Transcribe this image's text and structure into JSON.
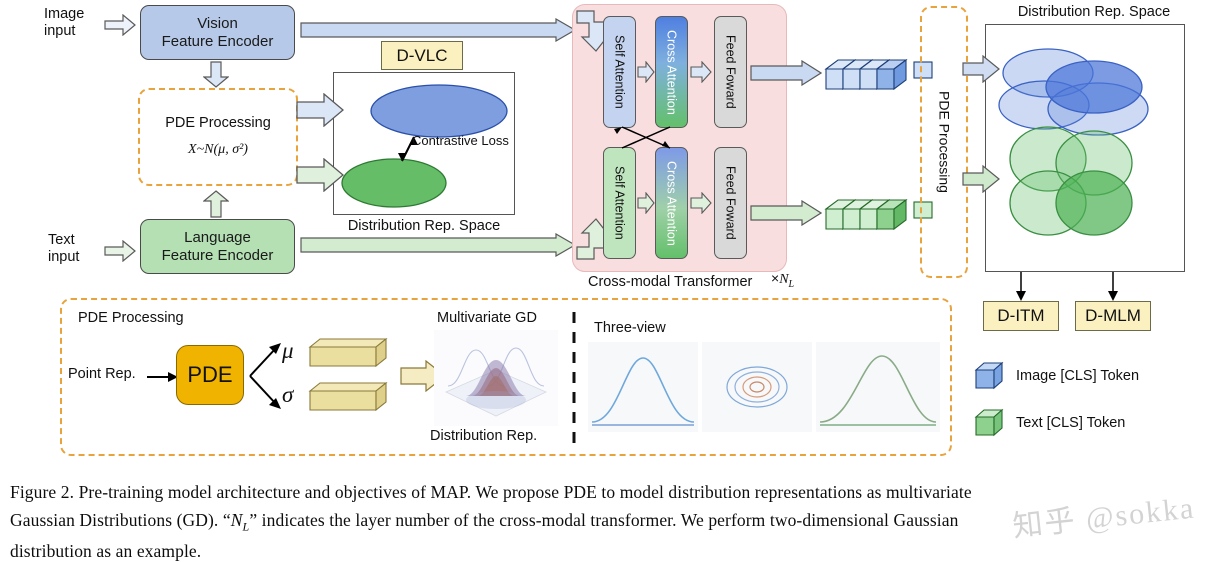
{
  "figure": {
    "caption": "Figure 2. Pre-training model architecture and objectives of MAP. We propose PDE to model distribution representations as multivariate Gaussian Distributions (GD). “N_L” indicates the layer number of the cross-modal transformer. We perform two-dimensional Gaussian distribution as an example.",
    "caption_line1": "Figure 2. Pre-training model architecture and objectives of MAP. We propose PDE to model distribution representations as multivariate",
    "caption_line2_a": "Gaussian Distributions (GD). “",
    "caption_line2_math": "N",
    "caption_line2_sub": "L",
    "caption_line2_b": "” indicates the layer number of the cross-modal transformer. We perform two-dimensional Gaussian",
    "caption_line3": "distribution as an example.",
    "watermark": "知乎 @sokka"
  },
  "inputs": {
    "image_input_line1": "Image",
    "image_input_line2": "input",
    "text_input_line1": "Text",
    "text_input_line2": "input"
  },
  "encoders": {
    "vision_line1": "Vision",
    "vision_line2": "Feature Encoder",
    "language_line1": "Language",
    "language_line2": "Feature Encoder"
  },
  "pde_left": {
    "title": "PDE Processing",
    "formula_x": "X",
    "formula_rest": "~N(μ, σ²)"
  },
  "dvlc": {
    "tag": "D-VLC",
    "contrastive_loss": "Contrastive Loss",
    "space_label": "Distribution Rep. Space"
  },
  "transformer": {
    "label": "Cross-modal Transformer",
    "repeat_symbol": "×",
    "repeat_n": "N",
    "repeat_sub": "L",
    "top_row": [
      "Self Attention",
      "Cross Attention",
      "Feed Foward"
    ],
    "bottom_row": [
      "Self Attention",
      "Cross Attention",
      "Feed Foward"
    ]
  },
  "pde_right": {
    "label": "PDE Processing"
  },
  "dist_space_right": {
    "title": "Distribution Rep. Space"
  },
  "objectives": {
    "ditm": "D-ITM",
    "dmlm": "D-MLM"
  },
  "legend": {
    "image_token": "Image [CLS] Token",
    "text_token": "Text [CLS] Token"
  },
  "pde_panel": {
    "title": "PDE Processing",
    "point_rep": "Point Rep.",
    "pde_box": "PDE",
    "mu": "μ",
    "sigma": "σ",
    "multivariate_gd": "Multivariate GD",
    "distribution_rep": "Distribution Rep.",
    "three_view": "Three-view"
  },
  "colors": {
    "vision_blue": "#b6c9e8",
    "language_green": "#b4e0b4",
    "orange_dashed": "#e8a33d",
    "transformer_pink": "#f8dede",
    "yellow_tag": "#fbf0c0",
    "pde_gold": "#f0b400",
    "cube_blue": "#8fb3e8",
    "cube_green": "#8ed18e"
  }
}
